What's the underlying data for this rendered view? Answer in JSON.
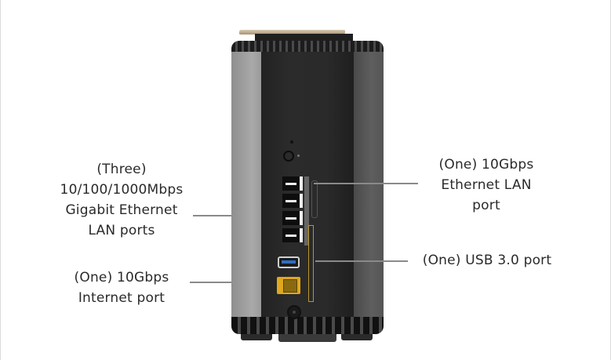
{
  "diagram": {
    "subject": "router-rear-panel",
    "labels": {
      "lan_gigabit": [
        "(Three)",
        "10/100/1000Mbps",
        "Gigabit Ethernet",
        "LAN ports"
      ],
      "internet": [
        "(One) 10Gbps",
        "Internet port"
      ],
      "lan_10g": [
        "(One) 10Gbps",
        "Ethernet LAN",
        "port"
      ],
      "usb": [
        "(One) USB 3.0 port"
      ]
    },
    "colors": {
      "leader_line": "#8a8a8a",
      "text": "#2a2a2a",
      "internet_port_accent": "#e0a81e",
      "usb_port_accent": "#2f6fc0"
    }
  }
}
